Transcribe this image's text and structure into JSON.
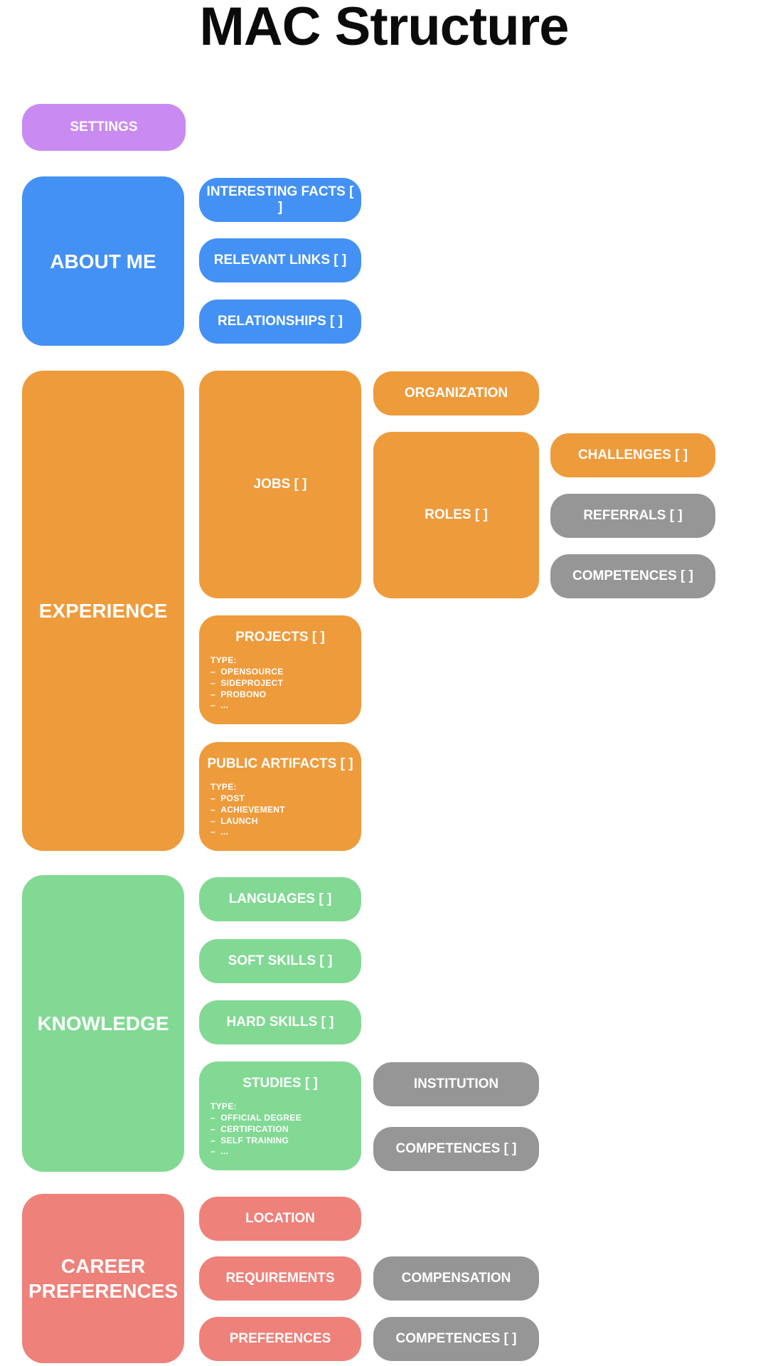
{
  "title": "MAC Structure",
  "colors": {
    "purple": "#c98bf2",
    "blue": "#4391f4",
    "orange": "#ee9b3c",
    "green": "#82d994",
    "salmon": "#ee817a",
    "gray": "#969696",
    "text_on_node": "#ffffff",
    "title_text": "#0b0b0b"
  },
  "nodes": {
    "settings": {
      "label": "SETTINGS"
    },
    "about_me": {
      "label": "ABOUT ME"
    },
    "interesting_facts": {
      "label": "INTERESTING FACTS [ ]"
    },
    "relevant_links": {
      "label": "RELEVANT LINKS [ ]"
    },
    "relationships": {
      "label": "RELATIONSHIPS [ ]"
    },
    "experience": {
      "label": "EXPERIENCE"
    },
    "jobs": {
      "label": "JOBS [ ]"
    },
    "organization": {
      "label": "ORGANIZATION"
    },
    "roles": {
      "label": "ROLES [ ]"
    },
    "challenges": {
      "label": "CHALLENGES [ ]"
    },
    "referrals": {
      "label": "REFERRALS [ ]"
    },
    "roles_competences": {
      "label": "COMPETENCES [ ]"
    },
    "projects": {
      "label": "PROJECTS [ ]",
      "type_heading": "TYPE:",
      "types": [
        "OPENSOURCE",
        "SIDEPROJECT",
        "PROBONO",
        "..."
      ]
    },
    "public_artifacts": {
      "label": "PUBLIC ARTIFACTS [ ]",
      "type_heading": "TYPE:",
      "types": [
        "POST",
        "ACHIEVEMENT",
        "LAUNCH",
        "..."
      ]
    },
    "knowledge": {
      "label": "KNOWLEDGE"
    },
    "languages": {
      "label": "LANGUAGES [ ]"
    },
    "soft_skills": {
      "label": "SOFT SKILLS [ ]"
    },
    "hard_skills": {
      "label": "HARD SKILLS [ ]"
    },
    "studies": {
      "label": "STUDIES [ ]",
      "type_heading": "TYPE:",
      "types": [
        "OFFICIAL DEGREE",
        "CERTIFICATION",
        "SELF TRAINING",
        "..."
      ]
    },
    "institution": {
      "label": "INSTITUTION"
    },
    "studies_competences": {
      "label": "COMPETENCES [ ]"
    },
    "career_preferences": {
      "label": "CAREER PREFERENCES"
    },
    "location": {
      "label": "LOCATION"
    },
    "requirements": {
      "label": "REQUIREMENTS"
    },
    "preferences": {
      "label": "PREFERENCES"
    },
    "compensation": {
      "label": "COMPENSATION"
    },
    "career_competences": {
      "label": "COMPETENCES [ ]"
    }
  }
}
